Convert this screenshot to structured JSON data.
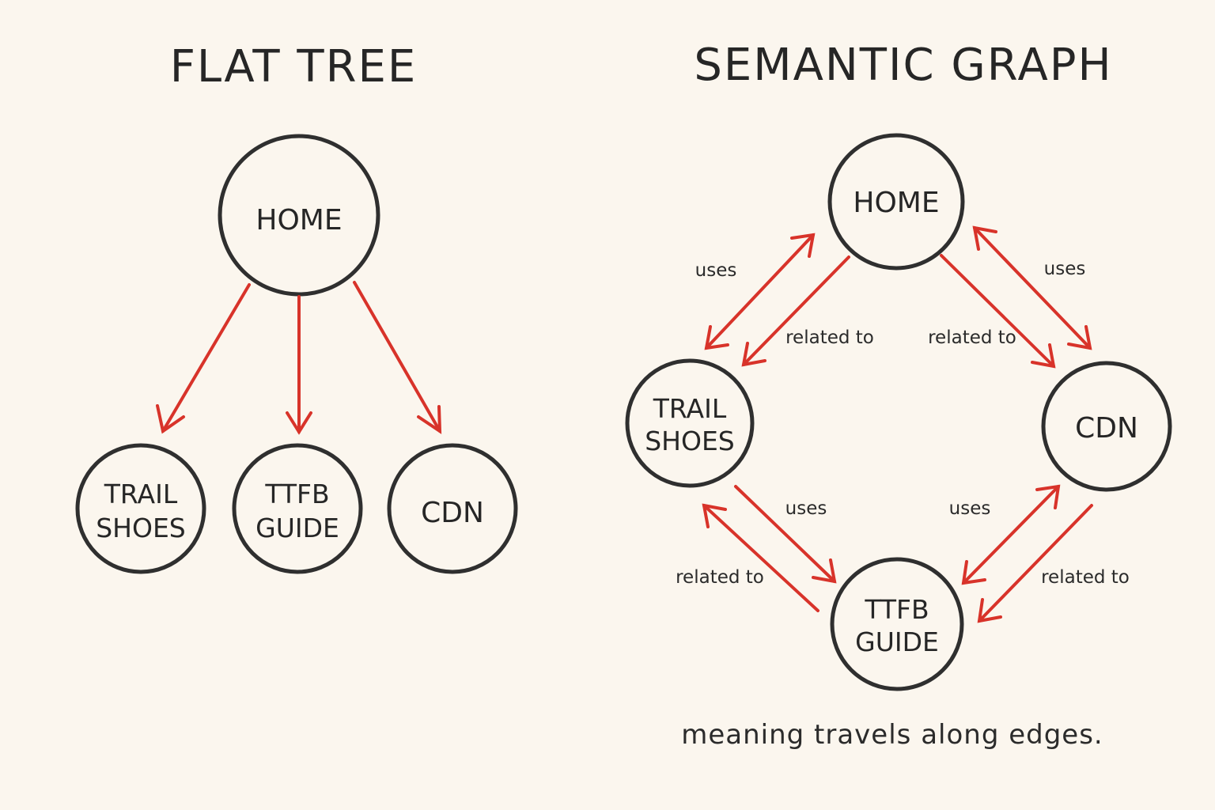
{
  "colors": {
    "background": "#fbf6ee",
    "edge": "#d8332a",
    "node_stroke": "#2f2f2f",
    "text": "#262626"
  },
  "flat_tree": {
    "title": "FLAT TREE",
    "nodes": {
      "home": [
        "HOME"
      ],
      "trail_shoes": [
        "TRAIL",
        "SHOES"
      ],
      "ttfb_guide": [
        "TTFB",
        "GUIDE"
      ],
      "cdn": [
        "CDN"
      ]
    }
  },
  "semantic_graph": {
    "title": "SEMANTIC GRAPH",
    "nodes": {
      "home": [
        "HOME"
      ],
      "trail_shoes": [
        "TRAIL",
        "SHOES"
      ],
      "cdn": [
        "CDN"
      ],
      "ttfb_guide": [
        "TTFB",
        "GUIDE"
      ]
    },
    "edge_labels": {
      "home_trail_uses": "uses",
      "home_trail_related": "related to",
      "home_cdn_related": "related to",
      "home_cdn_uses": "uses",
      "trail_ttfb_uses": "uses",
      "trail_ttfb_related": "related to",
      "cdn_ttfb_uses": "uses",
      "cdn_ttfb_related": "related to"
    },
    "caption": "meaning travels along edges."
  }
}
